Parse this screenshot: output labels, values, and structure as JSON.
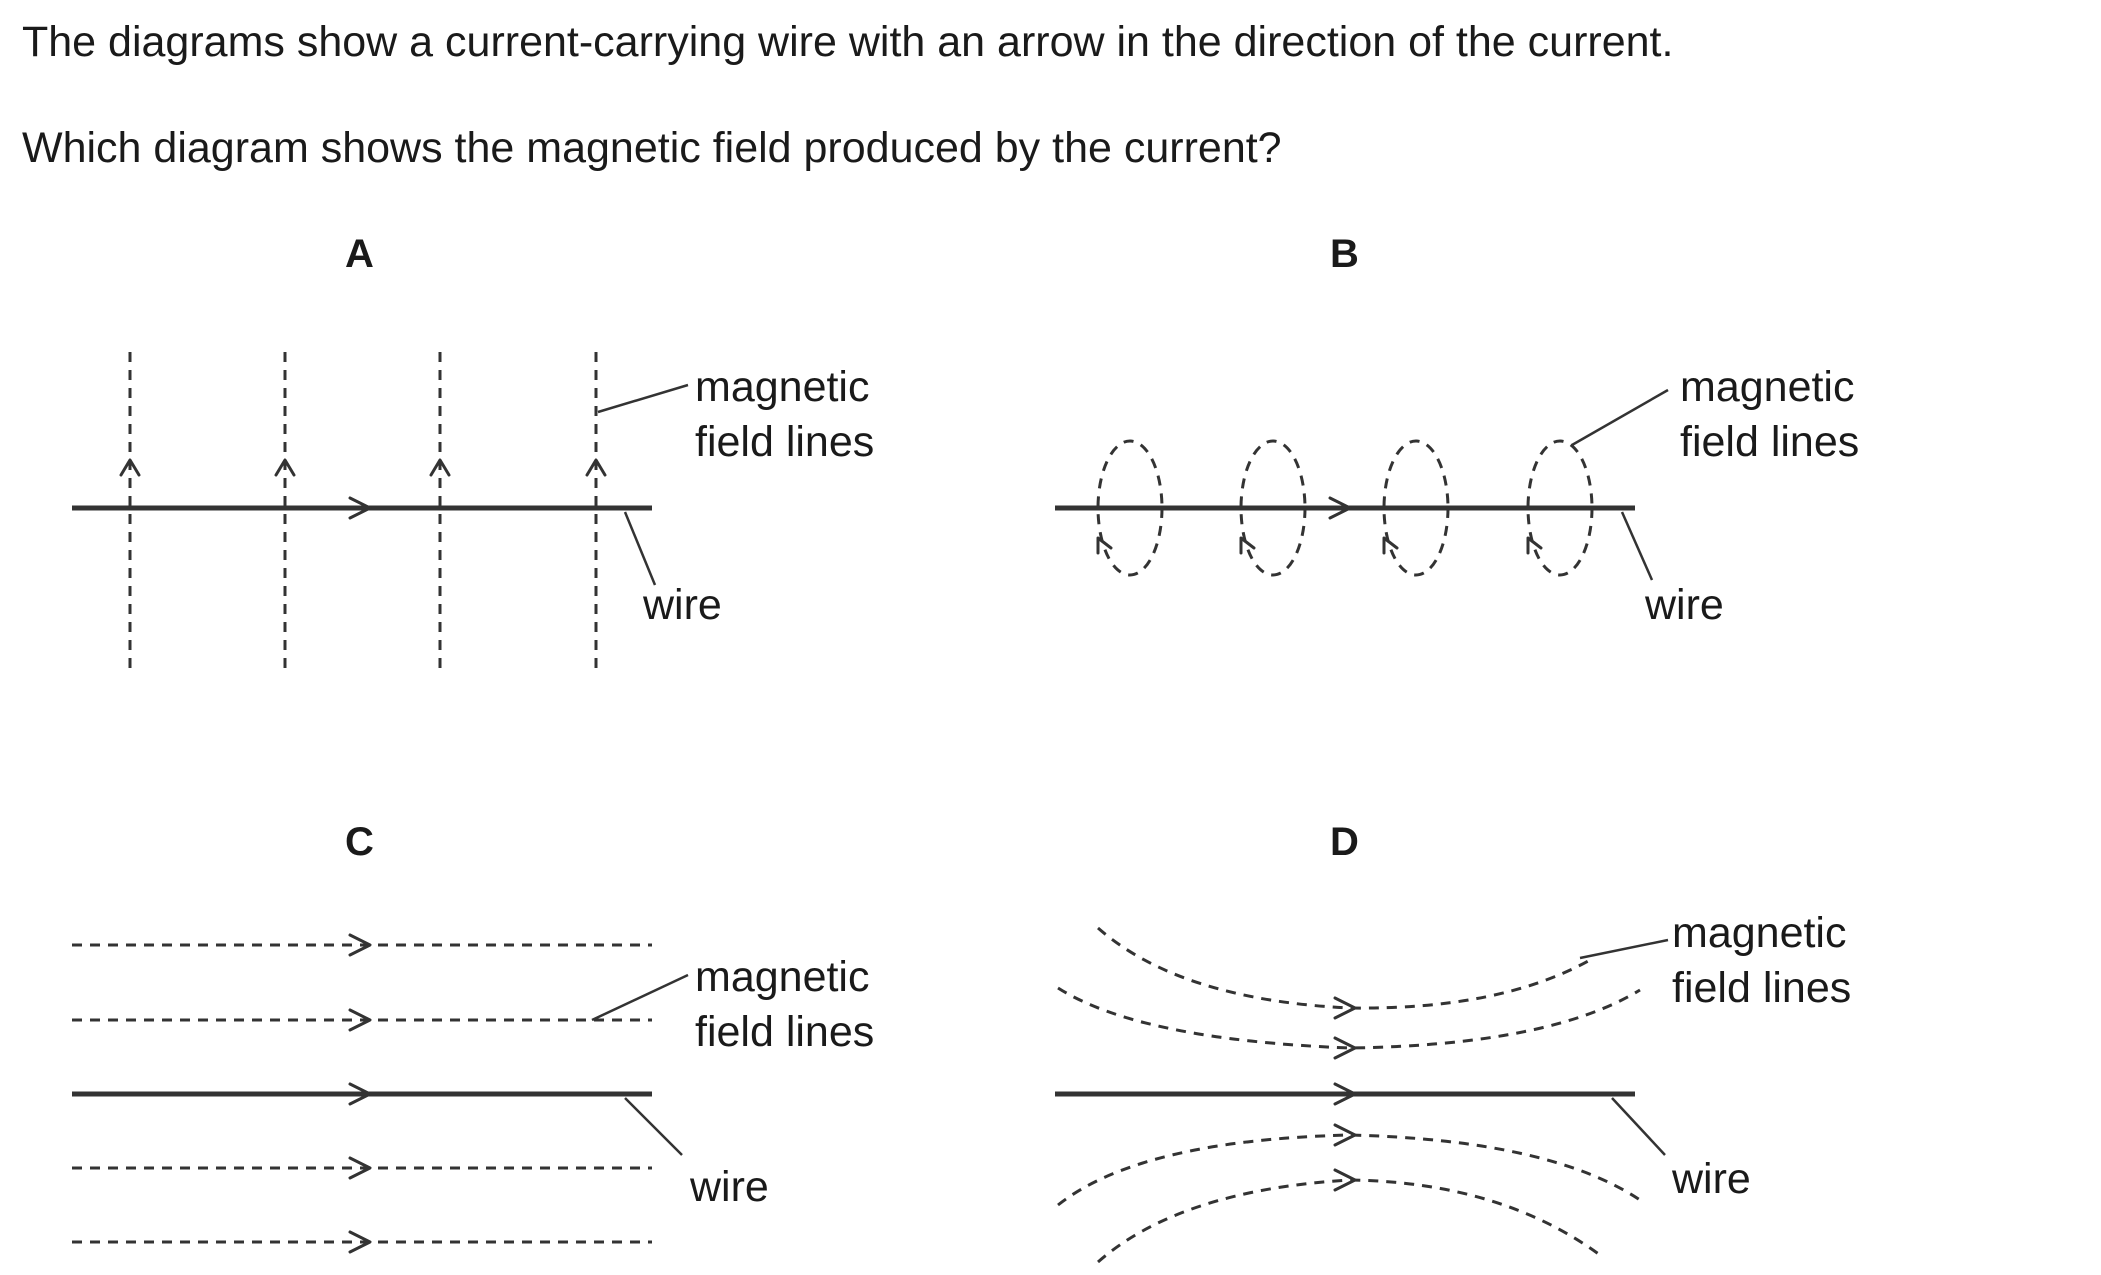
{
  "question": {
    "line1": "The diagrams show a current-carrying wire with an arrow in the direction of the current.",
    "line2": "Which diagram shows the magnetic field produced by the current?"
  },
  "options": [
    {
      "letter": "A",
      "field_label_1": "magnetic",
      "field_label_2": "field lines",
      "wire_label": "wire"
    },
    {
      "letter": "B",
      "field_label_1": "magnetic",
      "field_label_2": "field lines",
      "wire_label": "wire"
    },
    {
      "letter": "C",
      "field_label_1": "magnetic",
      "field_label_2": "field lines",
      "wire_label": "wire"
    },
    {
      "letter": "D",
      "field_label_1": "magnetic",
      "field_label_2": "field lines",
      "wire_label": "wire"
    }
  ]
}
